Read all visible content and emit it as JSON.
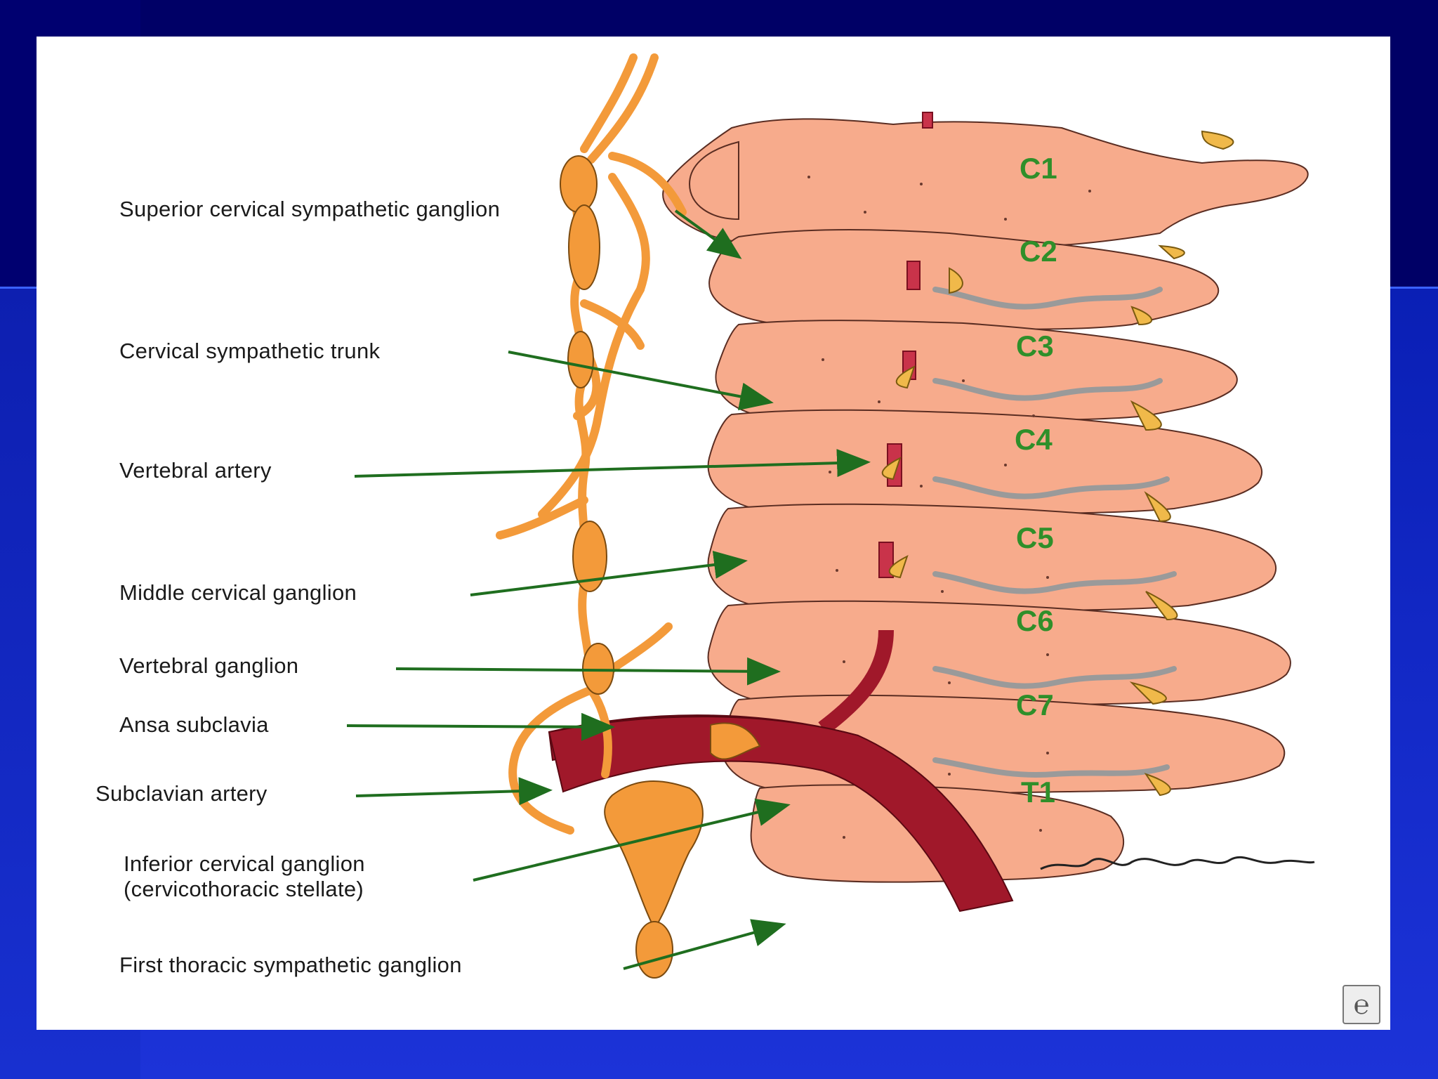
{
  "vertebrae": [
    "C1",
    "C2",
    "C3",
    "C4",
    "C5",
    "C6",
    "C7",
    "T1"
  ],
  "labels": [
    "Superior cervical sympathetic ganglion",
    "Cervical sympathetic trunk",
    "Vertebral artery",
    "Middle cervical ganglion",
    "Vertebral ganglion",
    "Ansa subclavia",
    "Subclavian artery",
    "Inferior cervical ganglion",
    "(cervicothoracic stellate)",
    "First thoracic sympathetic ganglion"
  ],
  "colors": {
    "bone": "#f7ab8c",
    "nerve": "#f39a3a",
    "artery": "#a0182a",
    "arrow": "#1f6e1f",
    "vertebra_label": "#2f8f2a"
  },
  "icons": [
    "artist-signature",
    "corner-logo-icon"
  ]
}
